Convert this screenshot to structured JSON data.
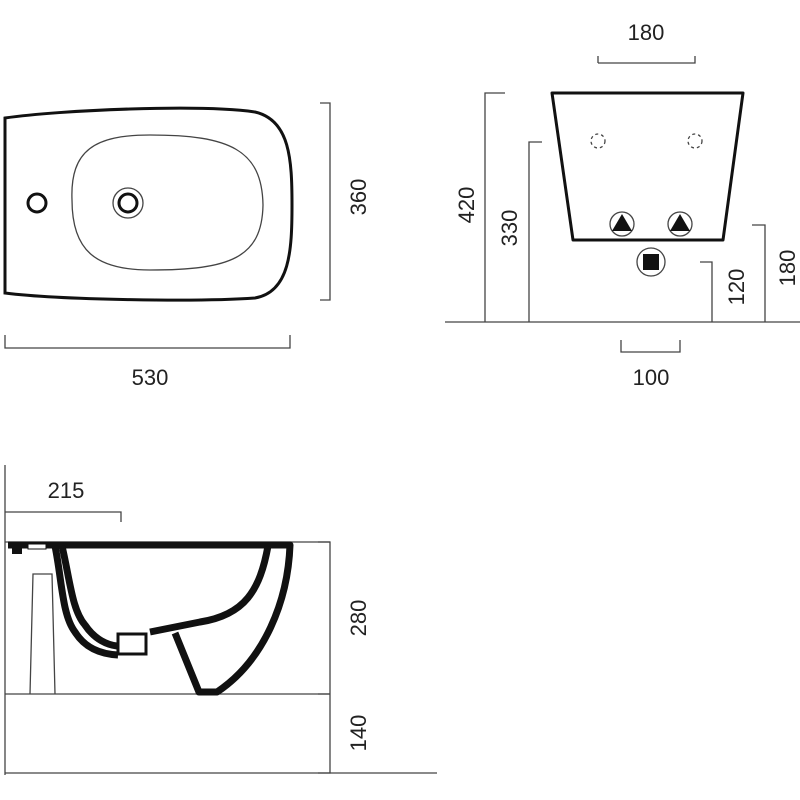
{
  "top_view": {
    "width_label": "530",
    "depth_label": "360"
  },
  "front_view": {
    "inlet_spacing_label": "180",
    "drain_width_label": "100",
    "total_height_label": "420",
    "fixing_height_label": "330",
    "drain_height_label": "120",
    "inlet_height_label": "180"
  },
  "side_view": {
    "projection_label": "215",
    "body_height_label": "280",
    "mount_height_label": "140"
  },
  "colors": {
    "line": "#111111",
    "background": "#ffffff"
  }
}
